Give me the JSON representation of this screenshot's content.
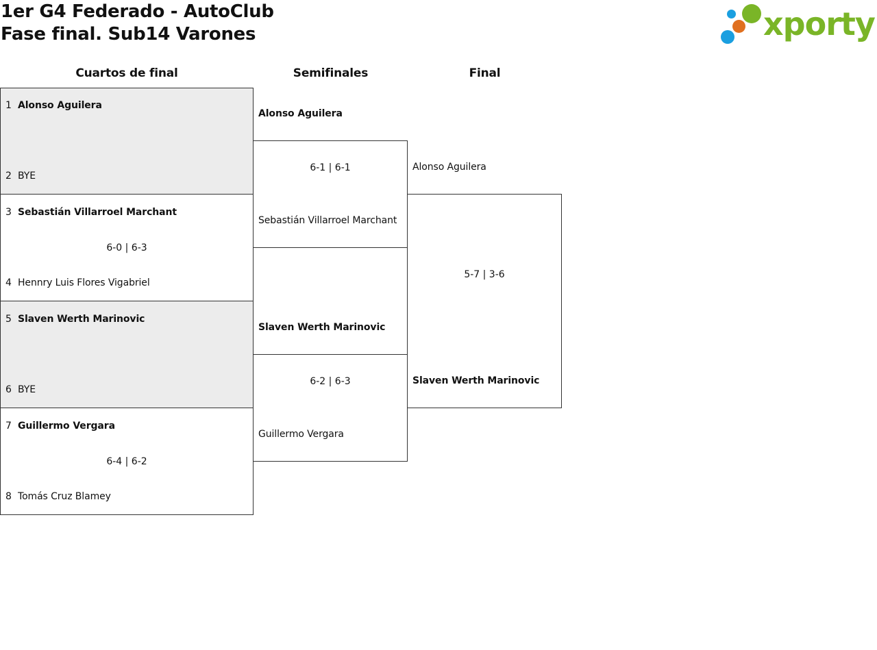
{
  "title": {
    "line1": "1er G4 Federado - AutoClub",
    "line2": "Fase final. Sub14 Varones"
  },
  "logo": {
    "text": "xporty",
    "colors": {
      "green": "#7ab527",
      "blue": "#1a9fe0",
      "orange": "#e0701f"
    }
  },
  "rounds": {
    "quarterfinals": "Cuartos de final",
    "semifinals": "Semifinales",
    "final": "Final"
  },
  "quarterfinals": [
    {
      "top": {
        "seed": "1",
        "name": "Alonso Aguilera",
        "winner": true
      },
      "bottom": {
        "seed": "2",
        "name": "BYE",
        "winner": false
      },
      "score": "",
      "bye": true
    },
    {
      "top": {
        "seed": "3",
        "name": "Sebastián Villarroel Marchant",
        "winner": true
      },
      "bottom": {
        "seed": "4",
        "name": "Hennry Luis Flores Vigabriel",
        "winner": false
      },
      "score": "6-0 | 6-3",
      "bye": false
    },
    {
      "top": {
        "seed": "5",
        "name": "Slaven Werth Marinovic",
        "winner": true
      },
      "bottom": {
        "seed": "6",
        "name": "BYE",
        "winner": false
      },
      "score": "",
      "bye": true
    },
    {
      "top": {
        "seed": "7",
        "name": "Guillermo Vergara",
        "winner": true
      },
      "bottom": {
        "seed": "8",
        "name": "Tomás Cruz Blamey",
        "winner": false
      },
      "score": "6-4 | 6-2",
      "bye": false
    }
  ],
  "semifinals": [
    {
      "top": {
        "name": "Alonso Aguilera",
        "winner": true
      },
      "bottom": {
        "name": "Sebastián Villarroel Marchant",
        "winner": false
      },
      "score": "6-1 | 6-1"
    },
    {
      "top": {
        "name": "Slaven Werth Marinovic",
        "winner": true
      },
      "bottom": {
        "name": "Guillermo Vergara",
        "winner": false
      },
      "score": "6-2 | 6-3"
    }
  ],
  "final": {
    "top": {
      "name": "Alonso Aguilera",
      "winner": false
    },
    "bottom": {
      "name": "Slaven Werth Marinovic",
      "winner": true
    },
    "score": "5-7 | 3-6"
  }
}
